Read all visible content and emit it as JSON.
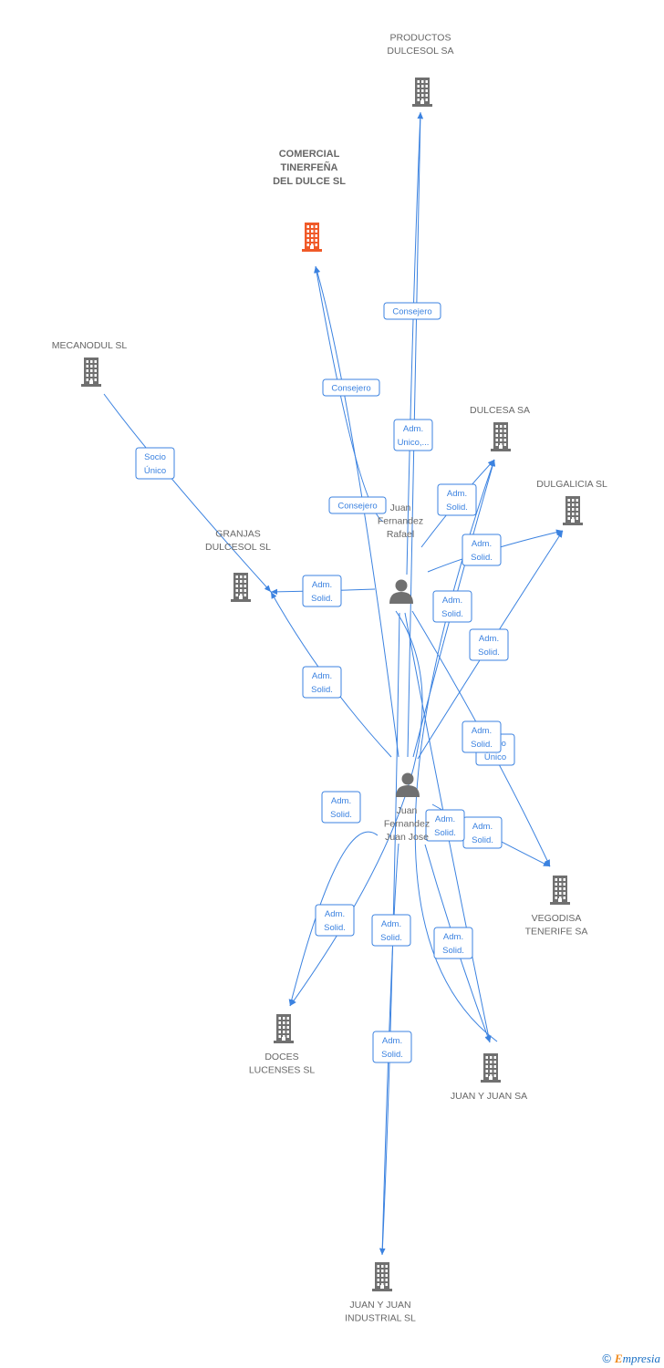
{
  "colors": {
    "edge": "#3b82e0",
    "company_icon": "#707070",
    "focus_icon": "#f05a28",
    "person_icon": "#707070",
    "label_text": "#666666",
    "role_text": "#3b82e0"
  },
  "companies": [
    {
      "id": "productos",
      "lines": [
        "PRODUCTOS",
        "DULCESOL SA"
      ],
      "icon": "building-icon",
      "focus": false
    },
    {
      "id": "comercial",
      "lines": [
        "COMERCIAL",
        "TINERFEÑA",
        "DEL DULCE SL"
      ],
      "icon": "building-icon",
      "focus": true
    },
    {
      "id": "mecanodul",
      "lines": [
        "MECANODUL SL"
      ],
      "icon": "building-icon",
      "focus": false
    },
    {
      "id": "dulcesa",
      "lines": [
        "DULCESA SA"
      ],
      "icon": "building-icon",
      "focus": false
    },
    {
      "id": "dulgalicia",
      "lines": [
        "DULGALICIA SL"
      ],
      "icon": "building-icon",
      "focus": false
    },
    {
      "id": "granjas",
      "lines": [
        "GRANJAS",
        "DULCESOL SL"
      ],
      "icon": "building-icon",
      "focus": false
    },
    {
      "id": "vegodisa",
      "lines": [
        "VEGODISA",
        "TENERIFE SA"
      ],
      "icon": "building-icon",
      "focus": false
    },
    {
      "id": "doces",
      "lines": [
        "DOCES",
        "LUCENSES SL"
      ],
      "icon": "building-icon",
      "focus": false
    },
    {
      "id": "juanyjuan",
      "lines": [
        "JUAN Y JUAN SA"
      ],
      "icon": "building-icon",
      "focus": false
    },
    {
      "id": "juanyjuanind",
      "lines": [
        "JUAN Y JUAN",
        "INDUSTRIAL SL"
      ],
      "icon": "building-icon",
      "focus": false
    }
  ],
  "people": [
    {
      "id": "rafael",
      "lines": [
        "Juan",
        "Fernandez",
        "Rafael"
      ],
      "icon": "person-icon"
    },
    {
      "id": "jose",
      "lines": [
        "Juan",
        "Fernandez",
        "Juan Jose"
      ],
      "icon": "person-icon"
    }
  ],
  "relations": [
    {
      "from": "rafael",
      "to": "productos",
      "role": [
        "Consejero"
      ]
    },
    {
      "from": "jose",
      "to": "comercial",
      "role": [
        "Consejero"
      ]
    },
    {
      "from": "rafael",
      "to": "comercial",
      "role": [
        "Consejero"
      ]
    },
    {
      "from": "jose",
      "to": "productos",
      "role": [
        "Adm.",
        "Unico,..."
      ]
    },
    {
      "from": "mecanodul",
      "to": "granjas",
      "role": [
        "Socio",
        "Único"
      ]
    },
    {
      "from": "rafael",
      "to": "dulcesa",
      "role": [
        "Adm.",
        "Solid."
      ]
    },
    {
      "from": "rafael",
      "to": "dulgalicia",
      "role": [
        "Adm.",
        "Solid."
      ]
    },
    {
      "from": "jose",
      "to": "dulcesa",
      "role": [
        "Adm.",
        "Solid."
      ]
    },
    {
      "from": "rafael",
      "to": "granjas",
      "role": [
        "Adm.",
        "Solid."
      ]
    },
    {
      "from": "jose",
      "to": "dulgalicia",
      "role": [
        "Adm.",
        "Solid."
      ]
    },
    {
      "from": "jose",
      "to": "granjas",
      "role": [
        "Adm.",
        "Solid."
      ]
    },
    {
      "from": "rafael",
      "to": "vegodisa",
      "role": [
        "Socio",
        "Único"
      ]
    },
    {
      "from": "rafael",
      "to": "doces",
      "role": [
        "Adm.",
        "Solid."
      ]
    },
    {
      "from": "jose",
      "to": "vegodisa",
      "role": [
        "Adm.",
        "Solid."
      ]
    },
    {
      "from": "jose",
      "to": "doces",
      "role": [
        "Adm.",
        "Solid."
      ]
    },
    {
      "from": "jose",
      "to": "juanyjuanind",
      "role": [
        "Adm.",
        "Solid."
      ]
    },
    {
      "from": "jose",
      "to": "juanyjuan",
      "role": [
        "Adm.",
        "Solid."
      ]
    },
    {
      "from": "rafael",
      "to": "juanyjuanind",
      "role": [
        "Adm.",
        "Solid."
      ]
    },
    {
      "from": "rafael",
      "to": "juanyjuan",
      "role": [
        "Adm.",
        "Solid."
      ]
    },
    {
      "from": "juanyjuan",
      "to": "dulcesa",
      "role": [
        "Adm.",
        "Solid."
      ]
    }
  ],
  "footer": {
    "copyright": "©",
    "brand_initial": "E",
    "brand_rest": "mpresia"
  }
}
